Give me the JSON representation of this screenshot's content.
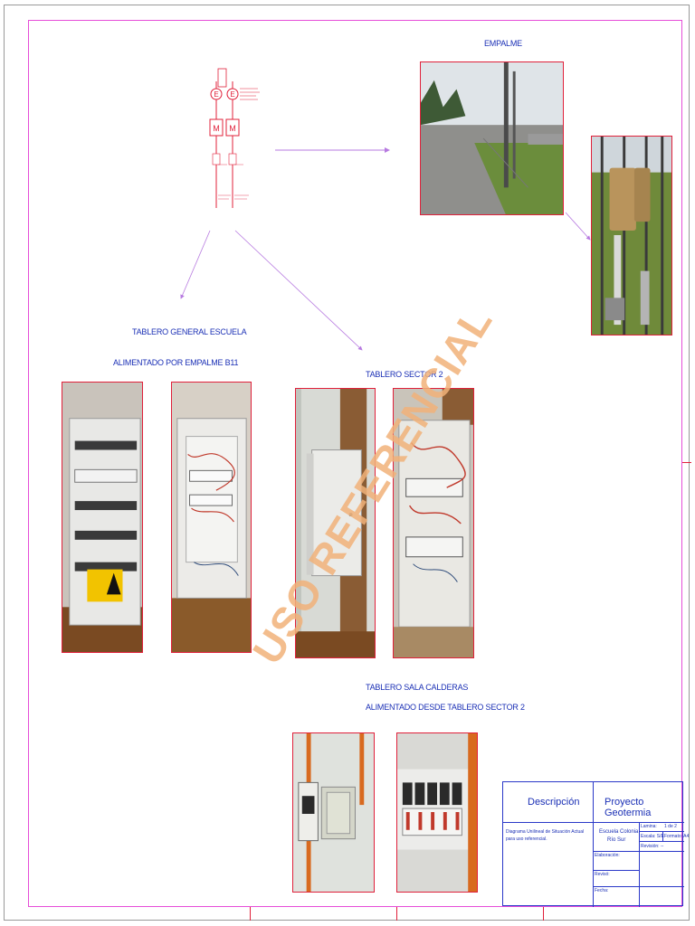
{
  "labels": {
    "empalme": "EMPALME",
    "tablero_general": "TABLERO GENERAL ESCUELA",
    "alimentado_empalme": "ALIMENTADO POR  EMPALME B11",
    "tablero_sector2": "TABLERO SECTOR 2",
    "tablero_sala": "TABLERO SALA CALDERAS",
    "alimentado_sector2": "ALIMENTADO DESDE TABLERO SECTOR 2"
  },
  "diagram": {
    "meter_letter": "E",
    "motor_letter": "M"
  },
  "watermark": "USO REFERENCIAL",
  "title_block": {
    "descripcion_header": "Descripción",
    "project_header": "Proyecto Geotermia",
    "description_text": [
      "Diagrama Unilineal de Situación Actual",
      "para uso referencial."
    ],
    "school": [
      "Escuela Colonia",
      "Río Sur"
    ],
    "lamina_label": "Lamina:",
    "lamina_value": "1 de 2",
    "escala_label": "Escala: S/E",
    "formato_label": "Formato: A4",
    "revision_label": "Revisión: --",
    "row_labels": [
      "Elaboración:",
      "Revisó:",
      "Fecha:"
    ]
  },
  "colors": {
    "border_magenta": "#e64dd8",
    "photo_frame": "#e0203a",
    "label_blue": "#1a2fb5",
    "arrow": "#b77ae0",
    "watermark": "#f1b27a"
  }
}
